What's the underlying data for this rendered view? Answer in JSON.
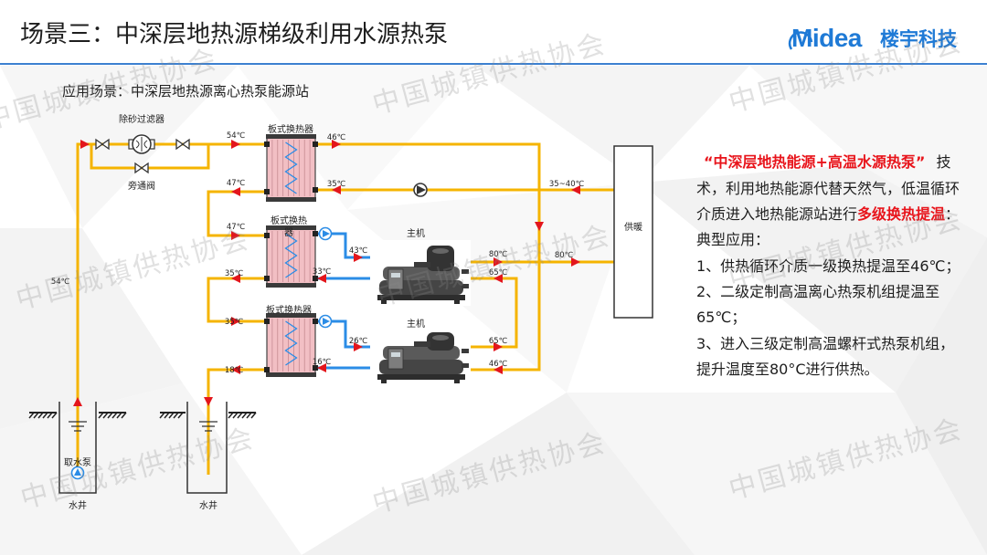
{
  "header": {
    "title": "场景三：中深层地热源梯级利用水源热泵",
    "logo_brand": "Midea",
    "logo_sub": "楼宇科技"
  },
  "watermark": "中国城镇供热协会",
  "subtitle": "应用场景：中深层地热源离心热泵能源站",
  "diagram": {
    "filter": "除砂过滤器",
    "bypass_valve": "旁通阀",
    "hx_top": "板式换热器",
    "hx_middle_line1": "板式换热",
    "hx_middle_line2": "器",
    "hx_bottom": "板式换热器",
    "unit_upper": "主机",
    "unit_lower": "主机",
    "heating": "供暖",
    "intake_pump": "取水泵",
    "well_intake": "水井",
    "well_reinjection": "水井",
    "temps": {
      "source_supply": "54℃",
      "hx_top_source_in": "54℃",
      "hx_top_source_out": "47℃",
      "hx_middle_source_in": "47℃",
      "hx_middle_source_out": "35℃",
      "hx_bottom_source_in": "35℃",
      "hx_bottom_source_out": "18℃",
      "hx_top_load_out": "46℃",
      "hx_top_load_in": "35℃",
      "hx_middle_loop_out": "43℃",
      "hx_middle_loop_in": "33℃",
      "hx_bottom_loop_out": "26℃",
      "hx_bottom_loop_in": "16℃",
      "unit_upper_out": "80℃",
      "unit_upper_in": "65℃",
      "unit_lower_out": "65℃",
      "unit_lower_in": "46℃",
      "heating_return": "35~40℃",
      "heating_supply": "80℃"
    }
  },
  "description": {
    "line1_highlight": "“中深层地热能源+高温水源热泵”",
    "line1_rest": "技",
    "line2": "术，利用地热能源代替天然气，低温循环",
    "line3_before": "介质进入地热能源站进行",
    "line3_highlight": "多级换热提温",
    "line3_after": "：",
    "line4": "典型应用：",
    "line5": "1、供热循环介质一级换热提温至46℃；",
    "line6": "2、二级定制高温离心热泵机组提温至",
    "line7": "65℃；",
    "line8": "3、进入三级定制高温螺杆式热泵机组，",
    "line9": "提升温度至80°C进行供热。"
  },
  "colors": {
    "brand_blue": "#1f7ad6",
    "highlight_red": "#e8141b",
    "source_pipe": "#f5b400",
    "evaporator_loop": "#2b8ce6",
    "flow_arrow": "#e3161c",
    "heat_exchanger_plates": "#f2bfc4"
  }
}
